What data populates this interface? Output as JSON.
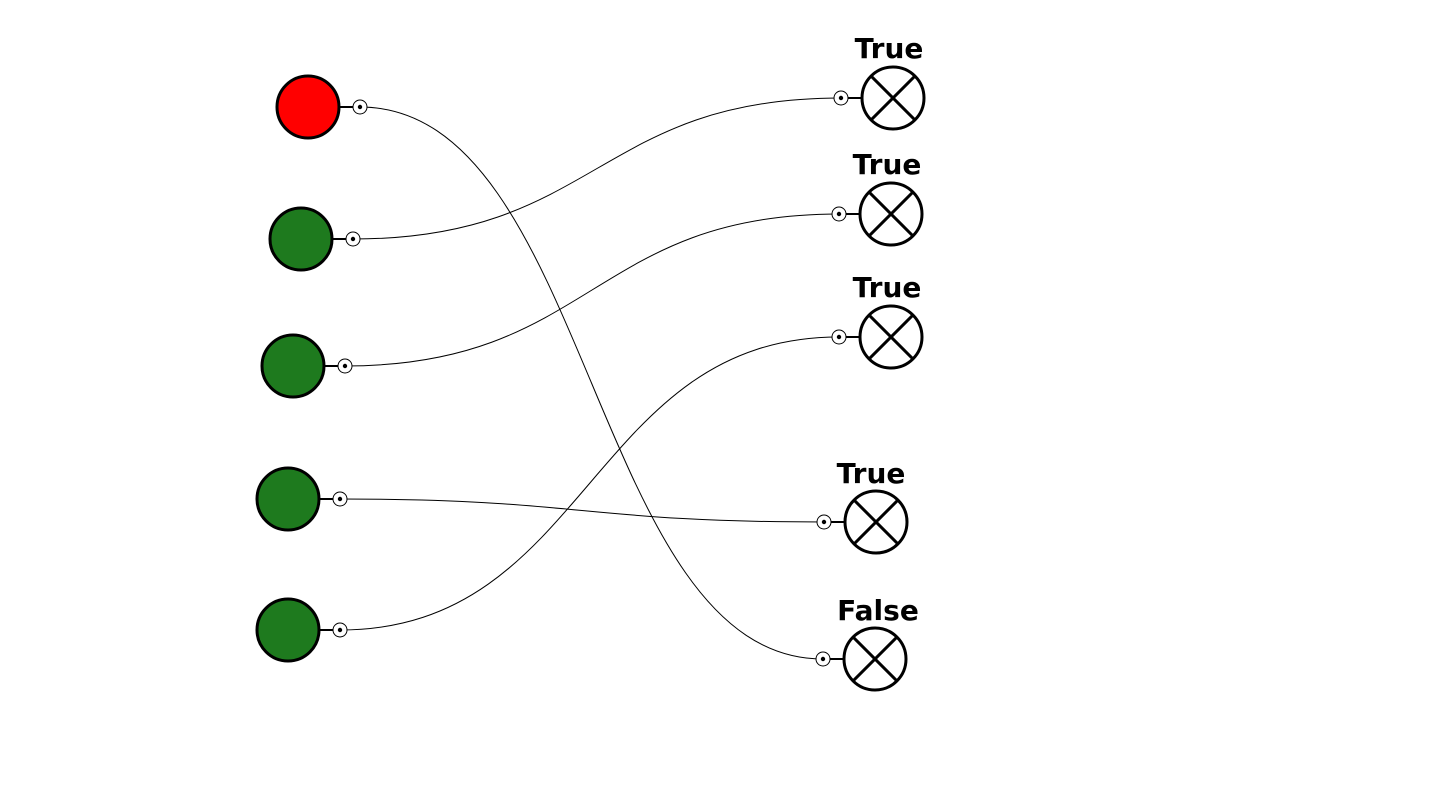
{
  "colors": {
    "on": "#1e7a1e",
    "off": "#ff0000",
    "stroke": "#000000",
    "background": "#ffffff"
  },
  "sources": [
    {
      "id": "source-1",
      "state": "off"
    },
    {
      "id": "source-2",
      "state": "on"
    },
    {
      "id": "source-3",
      "state": "on"
    },
    {
      "id": "source-4",
      "state": "on"
    },
    {
      "id": "source-5",
      "state": "on"
    }
  ],
  "lamps": [
    {
      "id": "lamp-1",
      "label": "True"
    },
    {
      "id": "lamp-2",
      "label": "True"
    },
    {
      "id": "lamp-3",
      "label": "True"
    },
    {
      "id": "lamp-4",
      "label": "True"
    },
    {
      "id": "lamp-5",
      "label": "False"
    }
  ],
  "wires": [
    {
      "from": 0,
      "to": 4
    },
    {
      "from": 1,
      "to": 0
    },
    {
      "from": 2,
      "to": 1
    },
    {
      "from": 3,
      "to": 3
    },
    {
      "from": 4,
      "to": 2
    }
  ]
}
